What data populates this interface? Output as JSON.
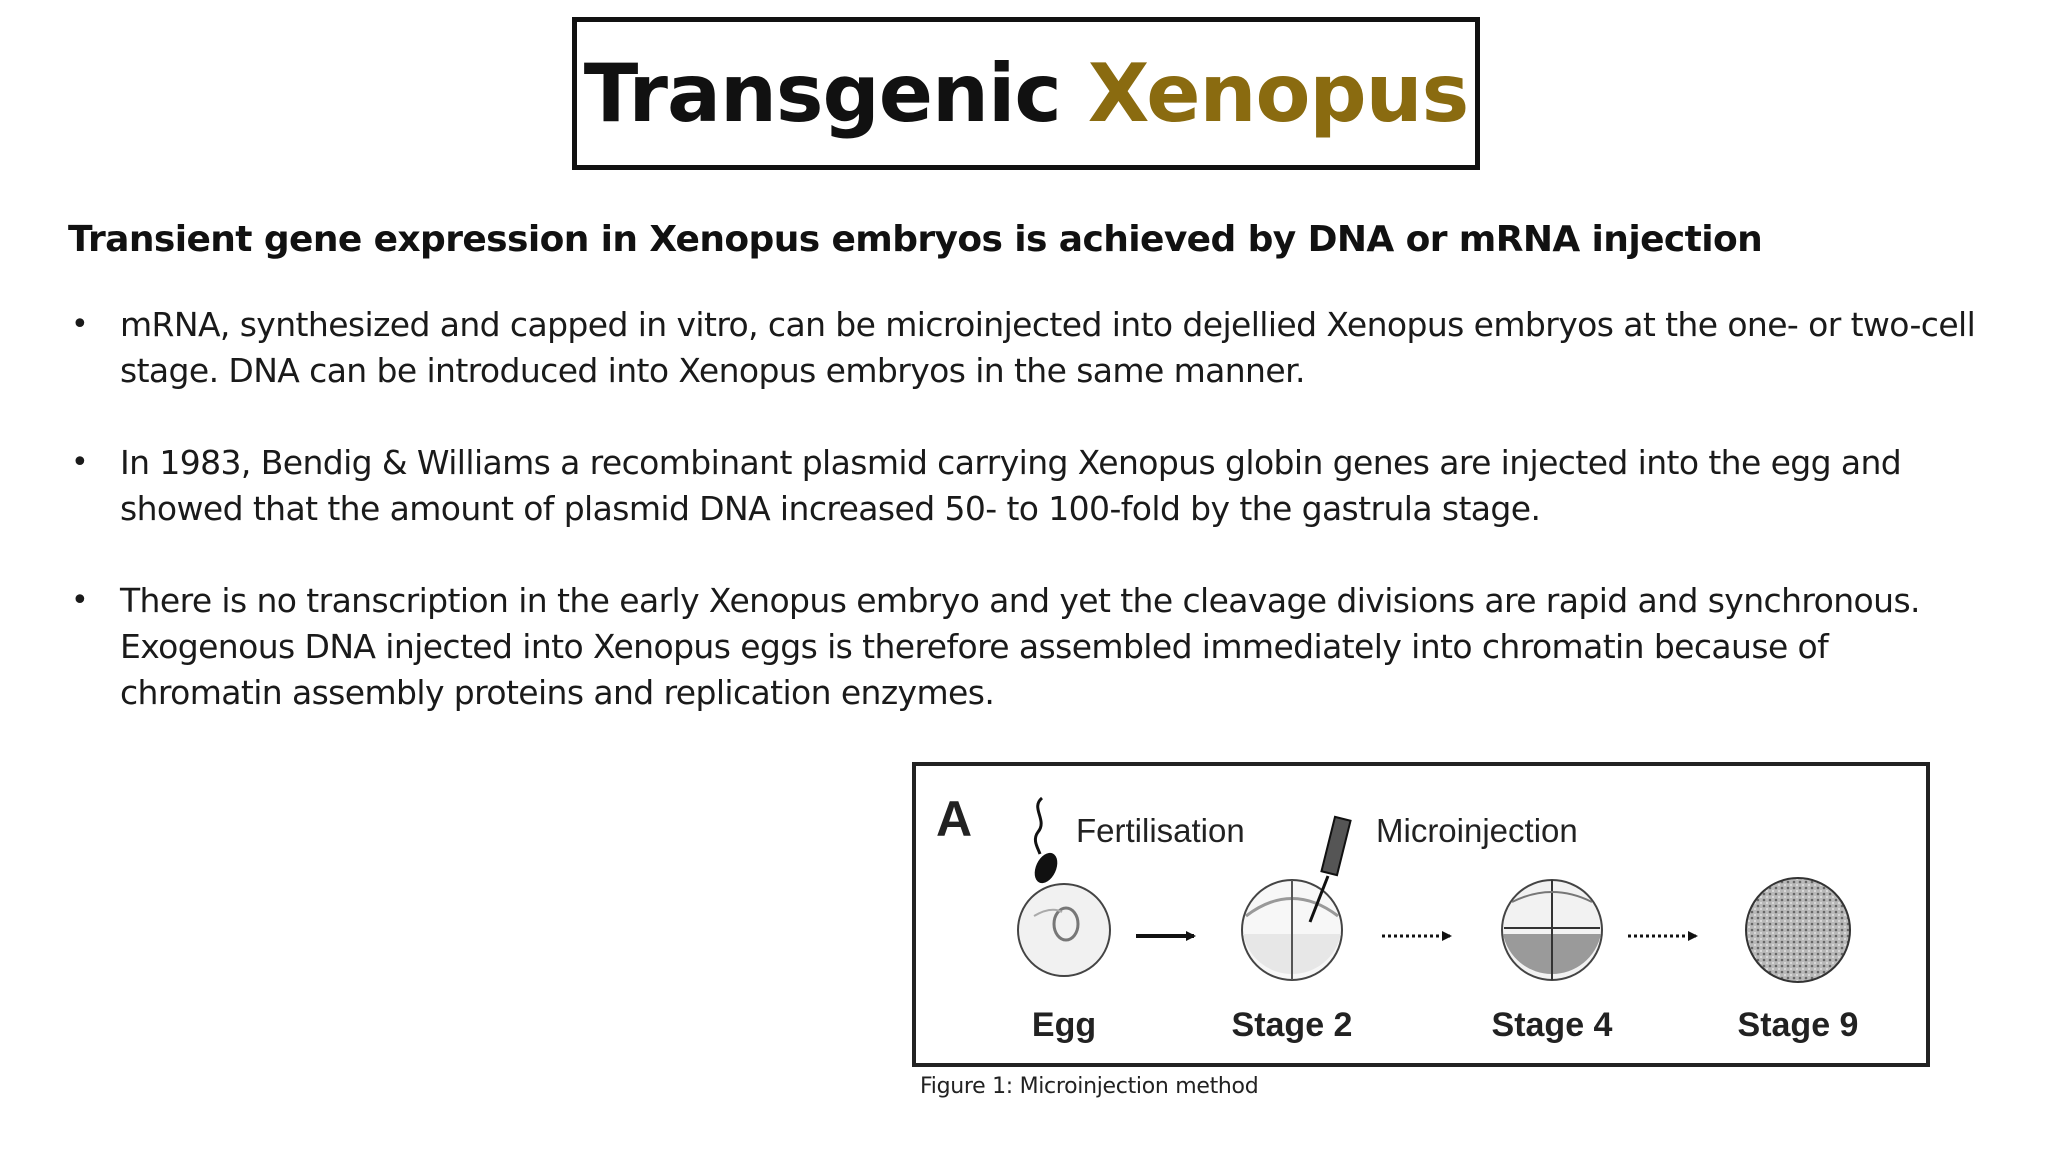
{
  "title": {
    "main": "Transgenic ",
    "accent": "Xenopus",
    "accent_color": "#8a6b10"
  },
  "subtitle": "Transient gene expression in Xenopus embryos is achieved by DNA or mRNA injection",
  "bullets": [
    {
      "marker": "•",
      "text": "mRNA, synthesized and capped in vitro, can be microinjected into dejellied Xenopus embryos at the one- or two-cell stage. DNA can be introduced into Xenopus embryos in the same manner."
    },
    {
      "marker": "•",
      "text": "In 1983, Bendig & Williams a recombinant plasmid carrying Xenopus globin genes are injected into the egg and showed that the amount of plasmid DNA increased 50- to 100-fold by the gastrula stage."
    },
    {
      "marker": "•",
      "text": "There is no transcription in the early Xenopus embryo and yet the cleavage divisions are rapid and synchronous. Exogenous DNA injected into Xenopus eggs is therefore assembled immediately into chromatin because of chromatin assembly proteins and replication enzymes."
    }
  ],
  "figure": {
    "panel_label": "A",
    "step_labels": {
      "fertilisation": "Fertilisation",
      "microinjection": "Microinjection"
    },
    "stages": [
      "Egg",
      "Stage 2",
      "Stage 4",
      "Stage 9"
    ],
    "caption": "Figure 1: Microinjection method"
  }
}
